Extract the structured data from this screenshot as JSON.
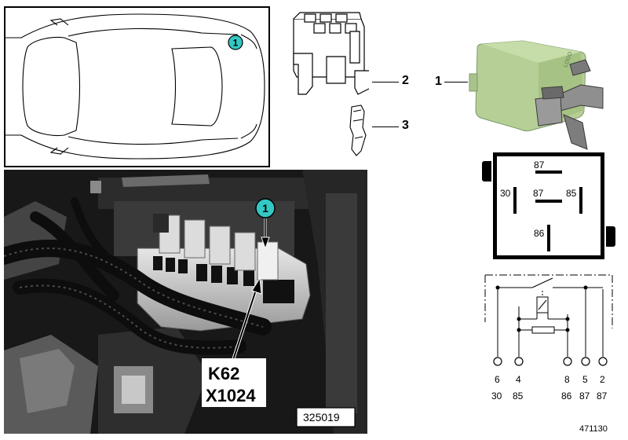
{
  "callouts": {
    "car_marker": "1",
    "photo_marker": "1",
    "item1": "1",
    "item2": "2",
    "item3": "3"
  },
  "photo": {
    "component_code": "K62",
    "connector_code": "X1024",
    "image_number": "325019"
  },
  "relay_base": {
    "top": "87",
    "left": "30",
    "center": "87",
    "right": "85",
    "bottom": "86"
  },
  "schematic": {
    "pin_numbers": [
      "6",
      "4",
      "8",
      "5",
      "2"
    ],
    "terminal_labels": [
      "30",
      "85",
      "86",
      "87",
      "87"
    ]
  },
  "diagram_number": "471130",
  "colors": {
    "relay_body": "#b5cf96",
    "callout_fill": "#33c8c4",
    "photo_bg": "#1c1c1c"
  }
}
